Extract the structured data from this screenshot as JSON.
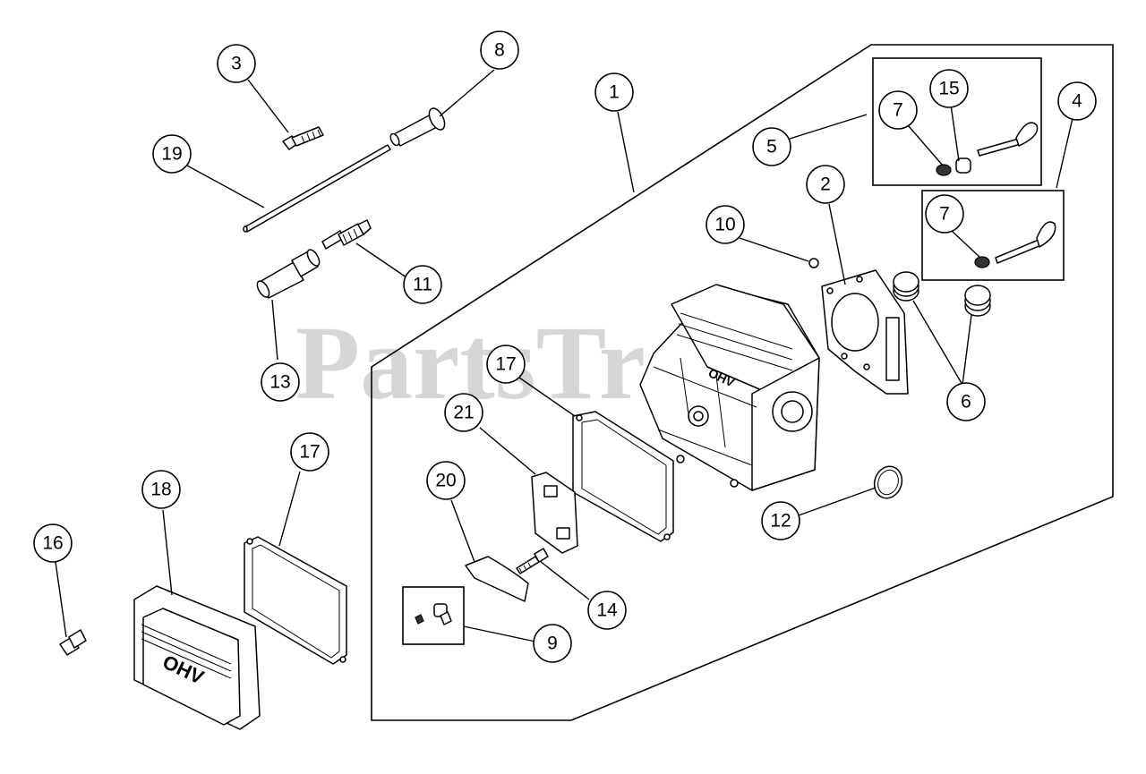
{
  "watermark": "PartsTree",
  "cover_logo_text": "OHV",
  "head_casting_text": "OHV",
  "colors": {
    "line": "#000000",
    "background": "#ffffff",
    "watermark": "#cccccc"
  },
  "callouts": [
    {
      "id": "c1",
      "label": "1"
    },
    {
      "id": "c2",
      "label": "2"
    },
    {
      "id": "c3",
      "label": "3"
    },
    {
      "id": "c4",
      "label": "4"
    },
    {
      "id": "c5",
      "label": "5"
    },
    {
      "id": "c6",
      "label": "6"
    },
    {
      "id": "c7a",
      "label": "7"
    },
    {
      "id": "c7b",
      "label": "7"
    },
    {
      "id": "c8",
      "label": "8"
    },
    {
      "id": "c9",
      "label": "9"
    },
    {
      "id": "c10",
      "label": "10"
    },
    {
      "id": "c11",
      "label": "11"
    },
    {
      "id": "c12",
      "label": "12"
    },
    {
      "id": "c13",
      "label": "13"
    },
    {
      "id": "c14",
      "label": "14"
    },
    {
      "id": "c15",
      "label": "15"
    },
    {
      "id": "c16",
      "label": "16"
    },
    {
      "id": "c17a",
      "label": "17"
    },
    {
      "id": "c17b",
      "label": "17"
    },
    {
      "id": "c18",
      "label": "18"
    },
    {
      "id": "c19",
      "label": "19"
    },
    {
      "id": "c20",
      "label": "20"
    },
    {
      "id": "c21",
      "label": "21"
    }
  ]
}
